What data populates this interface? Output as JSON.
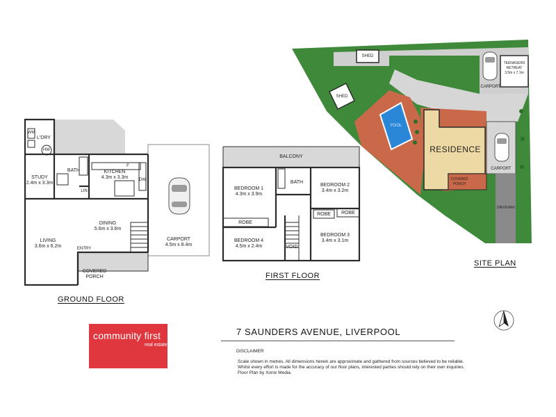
{
  "floor_titles": {
    "ground": "GROUND FLOOR",
    "first": "FIRST FLOOR",
    "site": "SITE PLAN"
  },
  "ground_floor": {
    "ldry": "L'DRY",
    "wm": "WM",
    "hw": "HW",
    "study_name": "STUDY",
    "study_size": "2.4m x 3.3m",
    "bath": "BATH",
    "kitchen_name": "KITCHEN",
    "kitchen_size": "4.3m x 3.3m",
    "lin": "LIN",
    "fridge": "F",
    "dw": "DW",
    "dining_name": "DINING",
    "dining_size": "5.6m x 3.6m",
    "living_name": "LIVING",
    "living_size": "3.6m x 6.2m",
    "entry": "ENTRY",
    "porch_1": "COVERED",
    "porch_2": "PORCH",
    "carport_name": "CARPORT",
    "carport_size": "4.5m x 8.4m"
  },
  "first_floor": {
    "balcony": "BALCONY",
    "bed1_name": "BEDROOM 1",
    "bed1_size": "4.3m x 3.9m",
    "bath": "BATH",
    "bed2_name": "BEDROOM 2",
    "bed2_size": "3.4m x 3.2m",
    "robe1": "ROBE",
    "robe2": "ROBE",
    "robe3": "ROBE",
    "bed4_name": "BEDROOM 4",
    "bed4_size": "4.5m x 2.4m",
    "void": "VOID",
    "bed3_name": "BEDROOM 3",
    "bed3_size": "3.4m x 3.1m"
  },
  "site_plan": {
    "shed_top": "SHED",
    "shed_left": "SHED",
    "carport_top": "CARPORT",
    "teen_1": "TEENAGERS",
    "teen_2": "RETREAT",
    "teen_3": "3.5m x 7.1m",
    "pool": "POOL",
    "residence": "RESIDENCE",
    "carport_right": "CARPORT",
    "porch_1": "COVERED",
    "porch_2": "PORCH",
    "driveway": "DRIVEWAY"
  },
  "branding": {
    "logo_main": "community first",
    "logo_sub": "real estate",
    "logo_color": "#e0373f"
  },
  "address": "7 SAUNDERS AVENUE, LIVERPOOL",
  "disclaimer": {
    "title": "DISCLAIMER",
    "line1": "Scale shown in metres. All dimensions herein are approximate and gathered from sources believed to be reliable.",
    "line2": "Whilst every effort is made for the accuracy of our floor plans, interested parties should rely on their own inquiries.",
    "line3": "Floor Plan by Xonix Media."
  },
  "colors": {
    "lawn": "#3f8a3a",
    "pool": "#2a86d6",
    "deck": "#c9694a",
    "residence": "#ecd9a3",
    "paving": "#d6d6d6",
    "wall": "#2b2b2b"
  }
}
